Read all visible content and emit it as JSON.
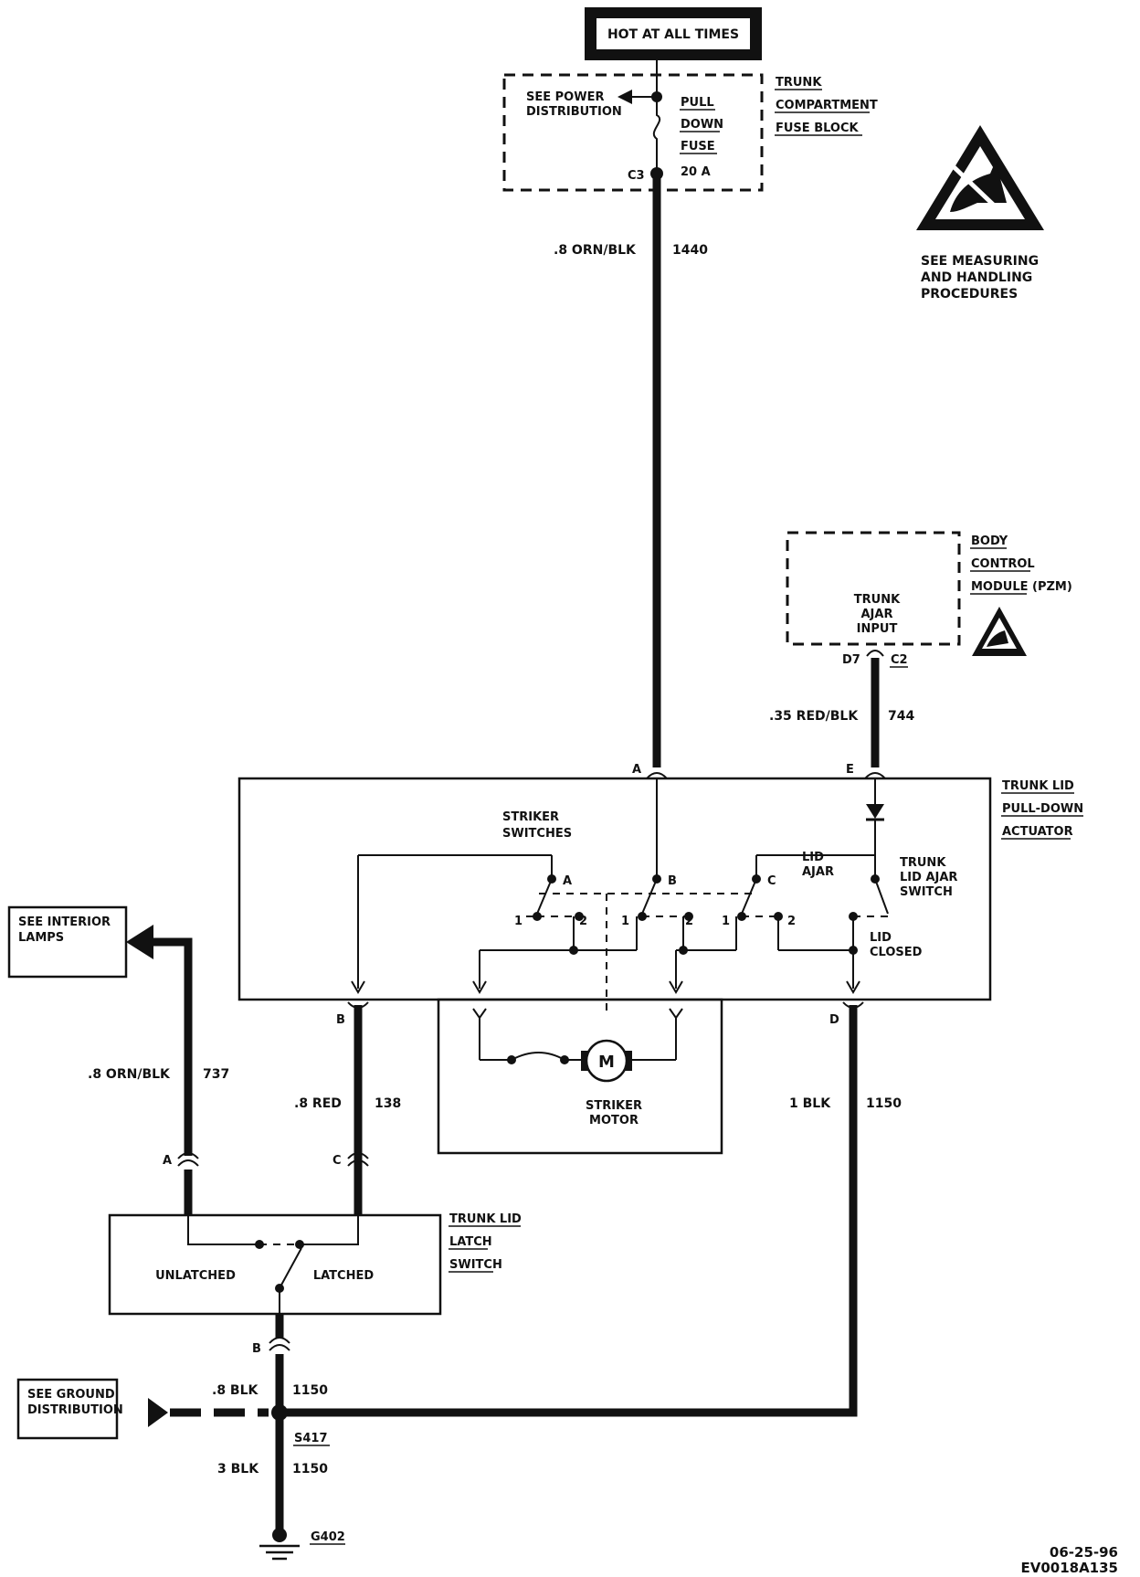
{
  "hot_box": {
    "label": "HOT AT ALL TIMES"
  },
  "fuse_block": {
    "see_power": [
      "SEE POWER",
      "DISTRIBUTION"
    ],
    "fuse_lines": [
      "PULL",
      "DOWN",
      "FUSE",
      "20 A"
    ],
    "connector": "C3",
    "title_lines": [
      "TRUNK",
      "COMPARTMENT",
      "FUSE BLOCK"
    ]
  },
  "esd_note": [
    "SEE MEASURING",
    "AND HANDLING",
    "PROCEDURES"
  ],
  "wire_1440": {
    "gauge": ".8 ORN/BLK",
    "circuit": "1440"
  },
  "bcm": {
    "title_lines": [
      "BODY",
      "CONTROL",
      "MODULE",
      "(PZM)"
    ],
    "input_lines": [
      "TRUNK",
      "AJAR",
      "INPUT"
    ],
    "pin": "D7",
    "connector": "C2"
  },
  "wire_744": {
    "gauge": ".35 RED/BLK",
    "circuit": "744"
  },
  "actuator": {
    "title_lines": [
      "TRUNK LID",
      "PULL-DOWN",
      "ACTUATOR"
    ],
    "pin_a": "A",
    "pin_e": "E",
    "pin_b": "B",
    "pin_d": "D",
    "striker_label": [
      "STRIKER",
      "SWITCHES"
    ],
    "switch_a": "A",
    "switch_b": "B",
    "switch_c": "C",
    "pos1": "1",
    "pos2": "2",
    "lid_ajar": [
      "LID",
      "AJAR"
    ],
    "trunk_ajar_switch": [
      "TRUNK",
      "LID AJAR",
      "SWITCH"
    ],
    "lid_closed": [
      "LID",
      "CLOSED"
    ]
  },
  "motor": {
    "symbol": "M",
    "label": [
      "STRIKER",
      "MOTOR"
    ]
  },
  "interior": {
    "label": [
      "SEE INTERIOR",
      "LAMPS"
    ]
  },
  "wire_737": {
    "gauge": ".8 ORN/BLK",
    "circuit": "737"
  },
  "wire_138": {
    "gauge": ".8 RED",
    "circuit": "138"
  },
  "wire_1150_d": {
    "gauge": "1 BLK",
    "circuit": "1150"
  },
  "latch_switch": {
    "pin_a": "A",
    "pin_c": "C",
    "pin_b": "B",
    "unlatched": "UNLATCHED",
    "latched": "LATCHED",
    "title_lines": [
      "TRUNK LID",
      "LATCH",
      "SWITCH"
    ]
  },
  "ground_dist": {
    "label": [
      "SEE GROUND",
      "DISTRIBUTION"
    ]
  },
  "wire_1150_b": {
    "gauge": ".8 BLK",
    "circuit": "1150"
  },
  "splice": {
    "label": "S417"
  },
  "wire_1150_g": {
    "gauge": "3 BLK",
    "circuit": "1150"
  },
  "ground": {
    "label": "G402"
  },
  "footer": {
    "date": "06-25-96",
    "code": "EV0018A135"
  }
}
